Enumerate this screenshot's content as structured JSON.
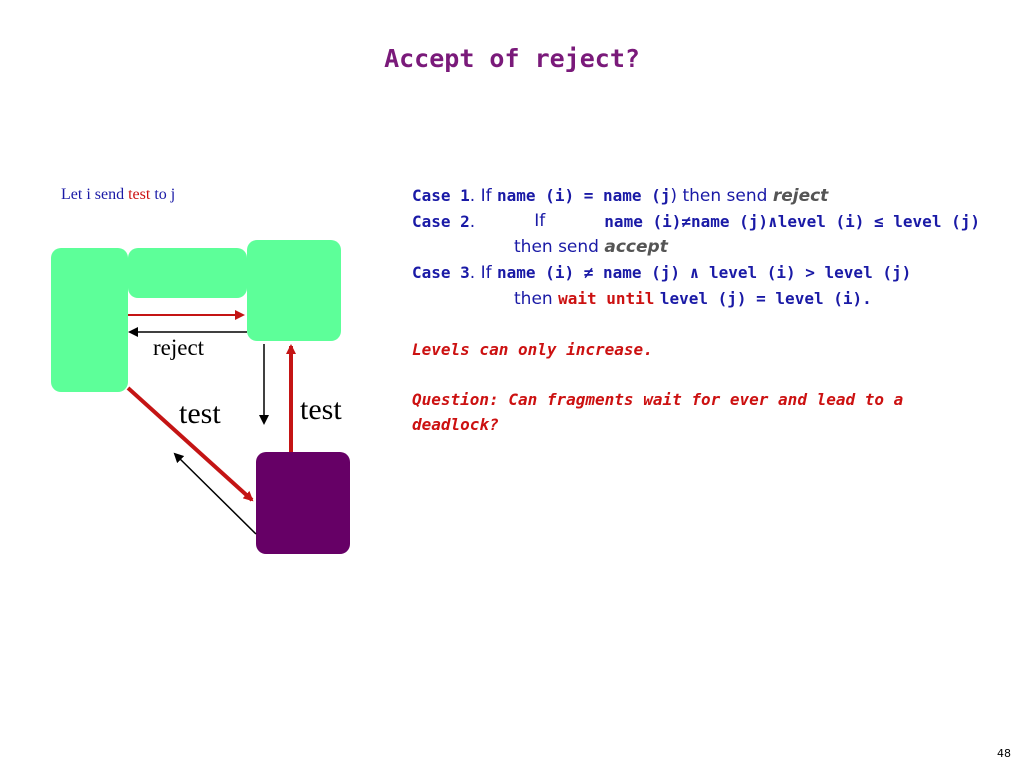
{
  "title": "Accept of reject?",
  "caption": {
    "prefix": "Let i send ",
    "highlight": "test",
    "suffix": " to j"
  },
  "diagram": {
    "labels": {
      "reject": "reject",
      "test_left": "test",
      "test_right": "test"
    },
    "colors": {
      "fragment": "#5dff99",
      "node": "#660066",
      "arrow_red": "#c41414",
      "arrow_black": "#000000"
    }
  },
  "cases": {
    "case1": {
      "label": "Case 1",
      "if": "If",
      "cond": "name (i) = name (j",
      "close": ")",
      "then": "then send",
      "action": "reject"
    },
    "case2": {
      "label": "Case 2",
      "if": "If",
      "cond": "name (i)≠name (j)∧level (i) ≤ level (j)",
      "then": "then send",
      "action": "accept"
    },
    "case3": {
      "label": "Case 3",
      "if": "If",
      "cond": "name (i) ≠ name (j) ∧ level (i) > level (j)",
      "then": "then",
      "wait": "wait until",
      "until_cond": "level (j) = level (i)."
    }
  },
  "notes": {
    "levels": "Levels can only increase.",
    "question": "Question: Can fragments wait for ever and lead to a deadlock?"
  },
  "page_number": "48"
}
